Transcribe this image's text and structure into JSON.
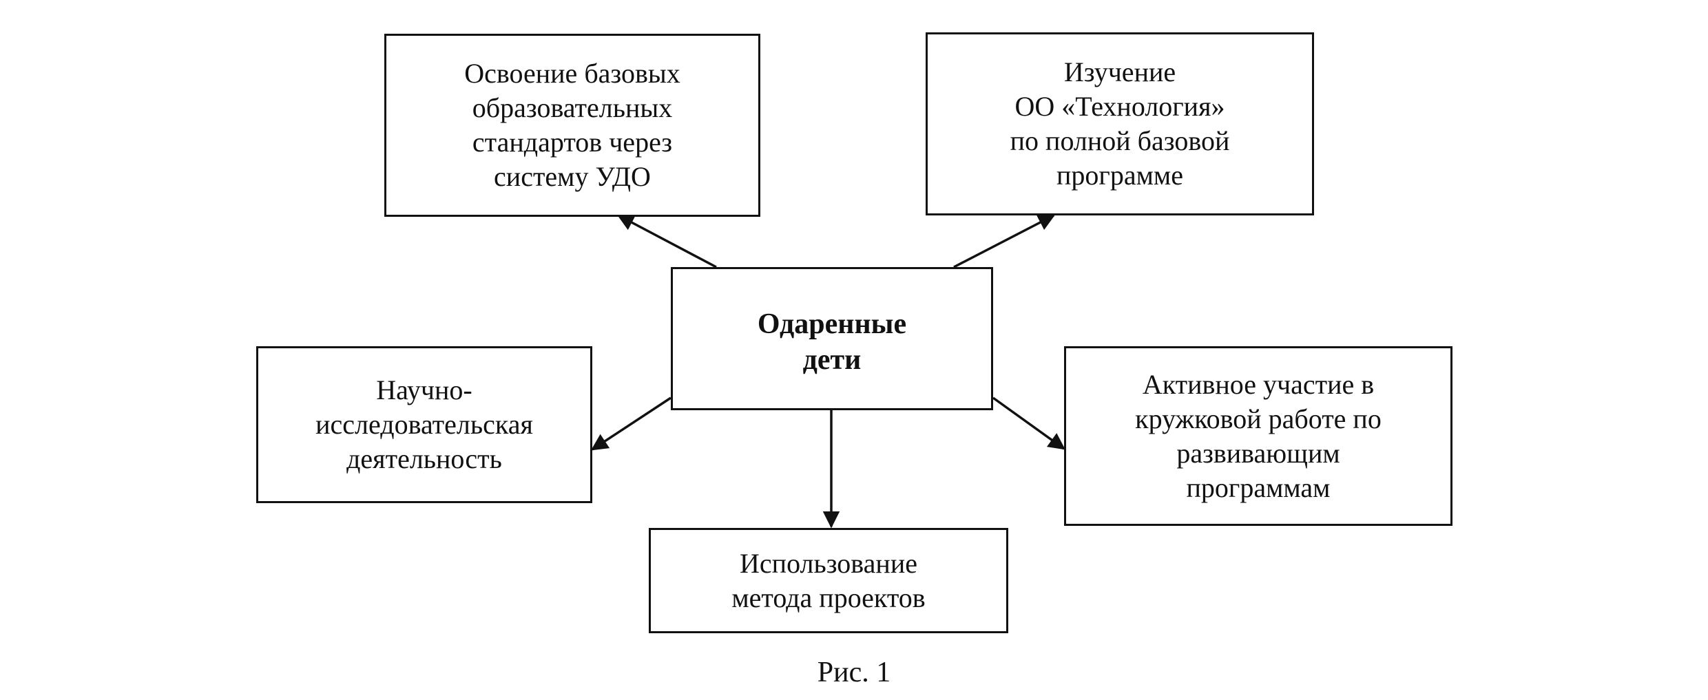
{
  "diagram": {
    "center": "Одаренные\nдети",
    "nodes": {
      "top_left": "Освоение базовых\nобразовательных\nстандартов через\nсистему УДО",
      "top_right": "Изучение\nОО «Технология»\nпо полной базовой\nпрограмме",
      "left": "Научно-\nисследовательская\nдеятельность",
      "right": "Активное участие в\nкружковой работе по\nразвивающим\nпрограммам",
      "bottom": "Использование\nметода проектов"
    },
    "edges": [
      {
        "from": "center",
        "to": "top_left"
      },
      {
        "from": "center",
        "to": "top_right"
      },
      {
        "from": "center",
        "to": "left"
      },
      {
        "from": "center",
        "to": "right"
      },
      {
        "from": "center",
        "to": "bottom"
      }
    ]
  },
  "caption": "Рис. 1"
}
